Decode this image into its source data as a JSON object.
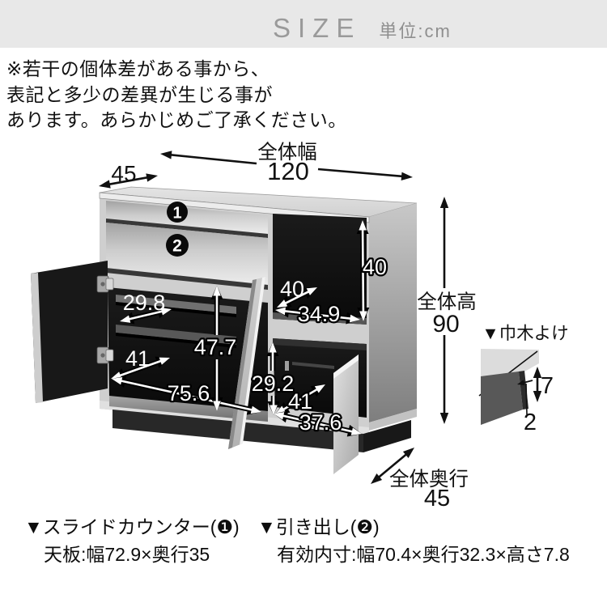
{
  "header": {
    "title": "SIZE",
    "unit": "単位:cm"
  },
  "disclaimer": {
    "line1": "※若干の個体差がある事から、",
    "line2": "表記と多少の差異が生じる事が",
    "line3": "あります。あらかじめご了承ください。"
  },
  "dimensions": {
    "overall_width_label": "全体幅",
    "overall_width": "120",
    "top_depth": "45",
    "overall_height_label": "全体高",
    "overall_height": "90",
    "overall_depth_label": "全体奥行",
    "overall_depth": "45",
    "open_shelf_height": "40",
    "open_shelf_depth": "40",
    "open_shelf_width": "34.9",
    "left_shelf_depth": "29.8",
    "left_diagonal_depth": "41",
    "left_inner_width": "75.6",
    "left_inner_height": "47.7",
    "right_inner_height": "29.2",
    "right_diagonal_depth": "41",
    "right_inner_width": "37.6",
    "badge_1": "1",
    "badge_2": "2"
  },
  "kickplate": {
    "title": "▼巾木よけ",
    "height": "7",
    "recess": "2"
  },
  "captions": {
    "slide_counter_title": "▼スライドカウンター(❶)",
    "slide_counter_spec": "天板:幅72.9×奥行35",
    "drawer_title": "▼引き出し(❷)",
    "drawer_spec": "有効内寸:幅70.4×奥行32.3×高さ7.8"
  },
  "colors": {
    "header_bg": "#e8e8e8",
    "header_text": "#9a9a9a",
    "body_text": "#111111",
    "cabinet_light": "#d6d6d6",
    "cabinet_interior": "#101010"
  }
}
